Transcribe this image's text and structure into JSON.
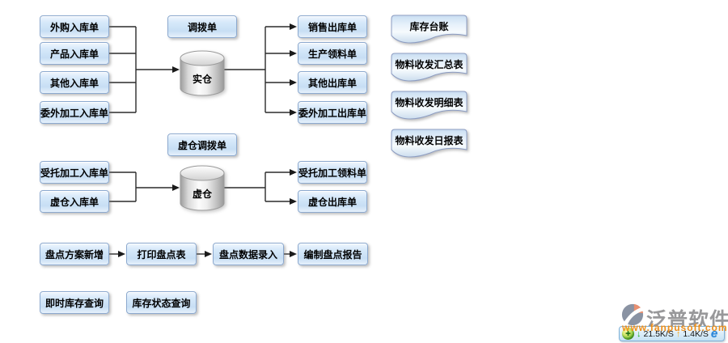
{
  "diagram": {
    "real_section": {
      "inputs": [
        "外购入库单",
        "产品入库单",
        "其他入库单",
        "委外加工入库单"
      ],
      "transfer_order": "调拨单",
      "warehouse_label": "实仓",
      "outputs": [
        "销售出库单",
        "生产领料单",
        "其他出库单",
        "委外加工出库单"
      ]
    },
    "virtual_section": {
      "transfer_order": "虚仓调拨单",
      "inputs": [
        "受托加工入库单",
        "虚仓入库单"
      ],
      "warehouse_label": "虚仓",
      "outputs": [
        "受托加工领料单",
        "虚仓出库单"
      ]
    },
    "reports": [
      "库存台账",
      "物料收发汇总表",
      "物料收发明细表",
      "物料收发日报表"
    ],
    "stocktake_flow": [
      "盘点方案新增",
      "打印盘点表",
      "盘点数据录入",
      "编制盘点报告"
    ],
    "queries": [
      "即时库存查询",
      "库存状态查询"
    ]
  },
  "watermark": {
    "brand": "泛普软件",
    "url": "www.fanpusoft.com"
  },
  "traffic_widget": {
    "down_arrow": "↓",
    "down_speed": "21.5K/S",
    "up_arrow": "↑",
    "up_speed": "1.4K/S"
  },
  "icons": {
    "ball_plus": "✚",
    "ie_glyph": "e"
  },
  "colors": {
    "box_border": "#8ca9cf",
    "box_fill": "#d7e9fa",
    "doc_border": "#8c9cc2",
    "connector": "#2b2b2b",
    "brand_gray": "#98989a",
    "url_orange": "#ee8f1c",
    "download_green": "#1faf1f",
    "upload_orange": "#f2a71f"
  }
}
